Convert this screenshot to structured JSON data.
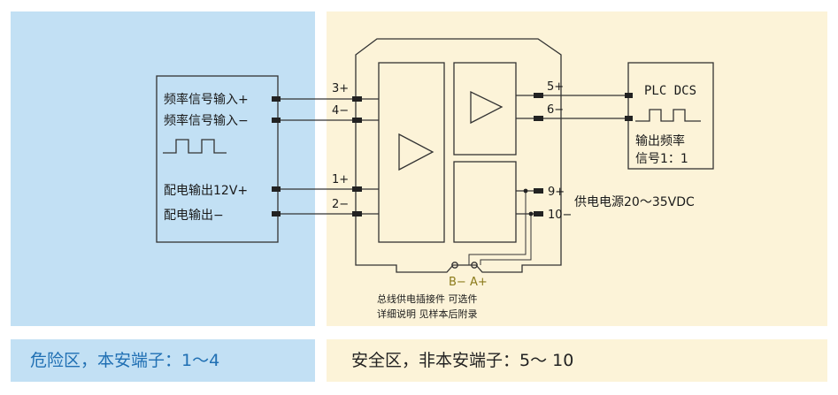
{
  "zones": {
    "hazard_caption": "危险区，本安端子：1～4",
    "safe_caption": "安全区，非本安端子：5～ 10"
  },
  "field_device": {
    "freq_in_plus": "频率信号输入+",
    "freq_in_minus": "频率信号输入−",
    "power_out_12v": "配电输出12V+",
    "power_out_minus": "配电输出−"
  },
  "terminals": {
    "t3": "3+",
    "t4": "4−",
    "t1": "1+",
    "t2": "2−",
    "t5": "5+",
    "t6": "6−",
    "t9": "9+",
    "t10": "10−"
  },
  "plc": {
    "title": "PLC DCS",
    "out_line1": "输出频率",
    "out_line2": "信号1：1"
  },
  "power_supply": "供电电源20～35VDC",
  "bus": {
    "label": "B− A+",
    "note_line1": "总线供电插接件 可选件",
    "note_line2": "详细说明 见样本后附录"
  }
}
